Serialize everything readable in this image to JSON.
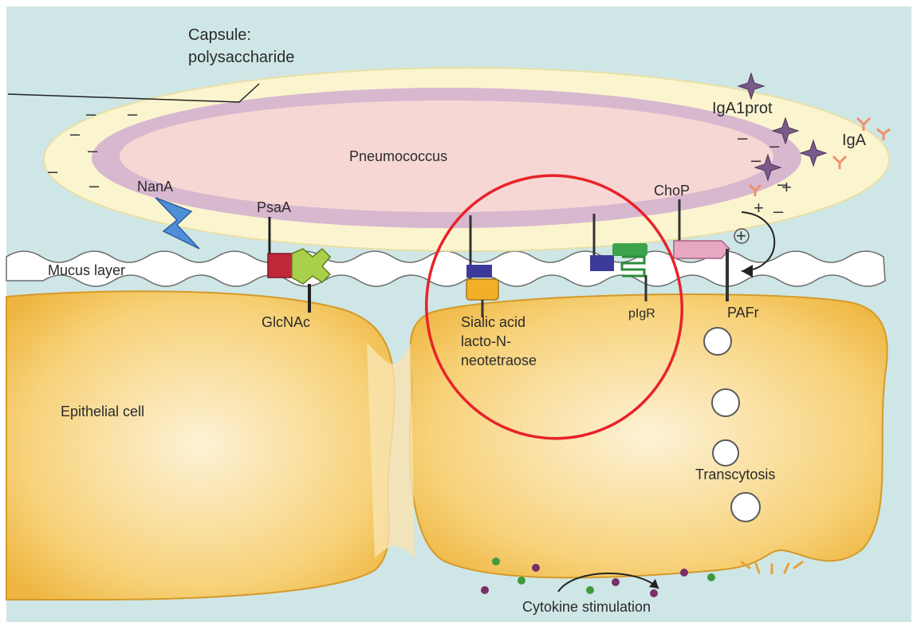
{
  "labels": {
    "capsule_line1": "Capsule:",
    "capsule_line2": "polysaccharide",
    "pneumococcus": "Pneumococcus",
    "iga1prot": "IgA1prot",
    "iga": "IgA",
    "nana": "NanA",
    "psaa": "PsaA",
    "chop": "ChoP",
    "mucus": "Mucus layer",
    "glcnac": "GlcNAc",
    "sialic_line1": "Sialic acid",
    "sialic_line2": "lacto-N-",
    "sialic_line3": "neotetraose",
    "pigr": "pIgR",
    "pafr": "PAFr",
    "epithelial": "Epithelial cell",
    "transcytosis": "Transcytosis",
    "cytokine": "Cytokine stimulation"
  },
  "charges": {
    "minus": "–",
    "plus": "+"
  },
  "colors": {
    "background": "#cfe6e6",
    "capsule": "#fbf5cf",
    "cell_wall": "#d8b8cf",
    "cytoplasm": "#f6d7d4",
    "epithelial": "#f4c55a",
    "highlight": "#e8222a",
    "nana_bolt": "#4f8fd8",
    "protease": "#7a5a8a",
    "iga": "#f0906a"
  }
}
